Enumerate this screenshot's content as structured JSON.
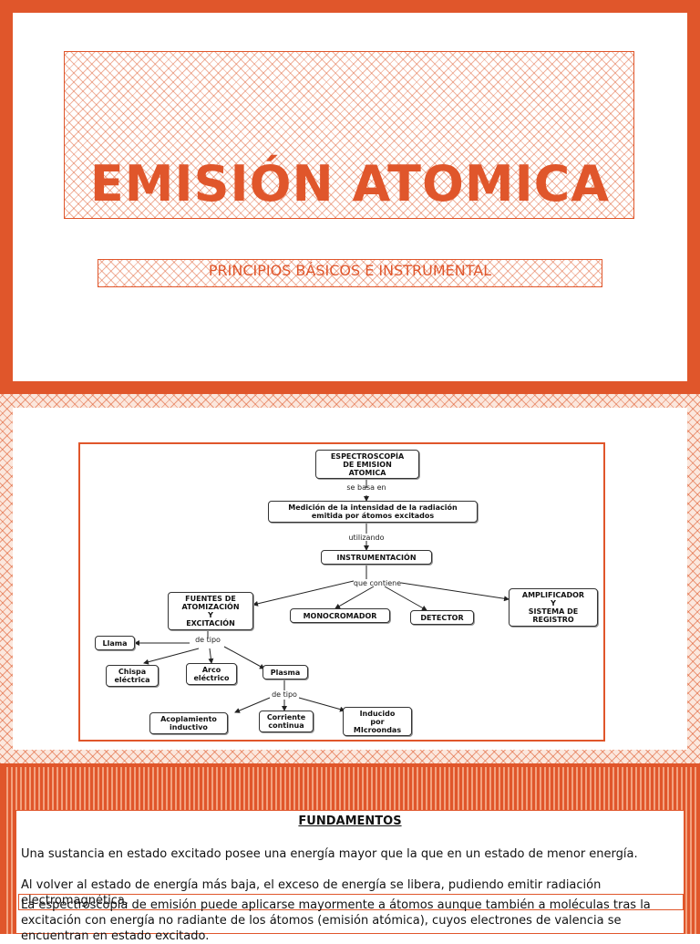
{
  "slide1": {
    "title": "EMISIÓN ATOMICA",
    "subtitle": "PRINCIPIOS BÁSICOS E INSTRUMENTAL"
  },
  "diagram": {
    "nodes": {
      "root": "ESPECTROSCOPÍA\nDE EMISION\nATOMICA",
      "medicion": "Medición de la intensidad de la radiación\nemitida por átomos excitados",
      "instrumentacion": "INSTRUMENTACIÓN",
      "fuentes": "FUENTES DE\nATOMIZACIÓN\nY\nEXCITACIÓN",
      "monocromador": "MONOCROMADOR",
      "detector": "DETECTOR",
      "amplificador": "AMPLIFICADOR\nY\nSISTEMA DE\nREGISTRO",
      "llama": "Llama",
      "chispa": "Chispa\neléctrica",
      "arco": "Arco\neléctrico",
      "plasma": "Plasma",
      "acoplamiento": "Acoplamiento\ninductivo",
      "corriente": "Corriente\ncontinua",
      "inducido": "Inducido\npor\nMIcroondas"
    },
    "links": {
      "se_basa_en": "se basa en",
      "utilizando": "utilizando",
      "que_contiene": "que contiene",
      "de_tipo_1": "de tipo",
      "de_tipo_2": "de tipo"
    }
  },
  "fundamentos": {
    "heading": "FUNDAMENTOS",
    "para1": "Una sustancia en estado excitado posee una energía mayor que la que  en un estado de menor energía.",
    "para1b": "Al volver al estado de energía más baja, el exceso de energía se libera, pudiendo emitir radiación electromagnética.",
    "para2": "La espectroscopía de emisión puede aplicarse mayormente a átomos aunque también a moléculas tras la excitación con energía no radiante de los átomos (emisión atómica), cuyos electrones de valencia se encuentran en estado excitado."
  },
  "colors": {
    "accent": "#e0562b"
  }
}
